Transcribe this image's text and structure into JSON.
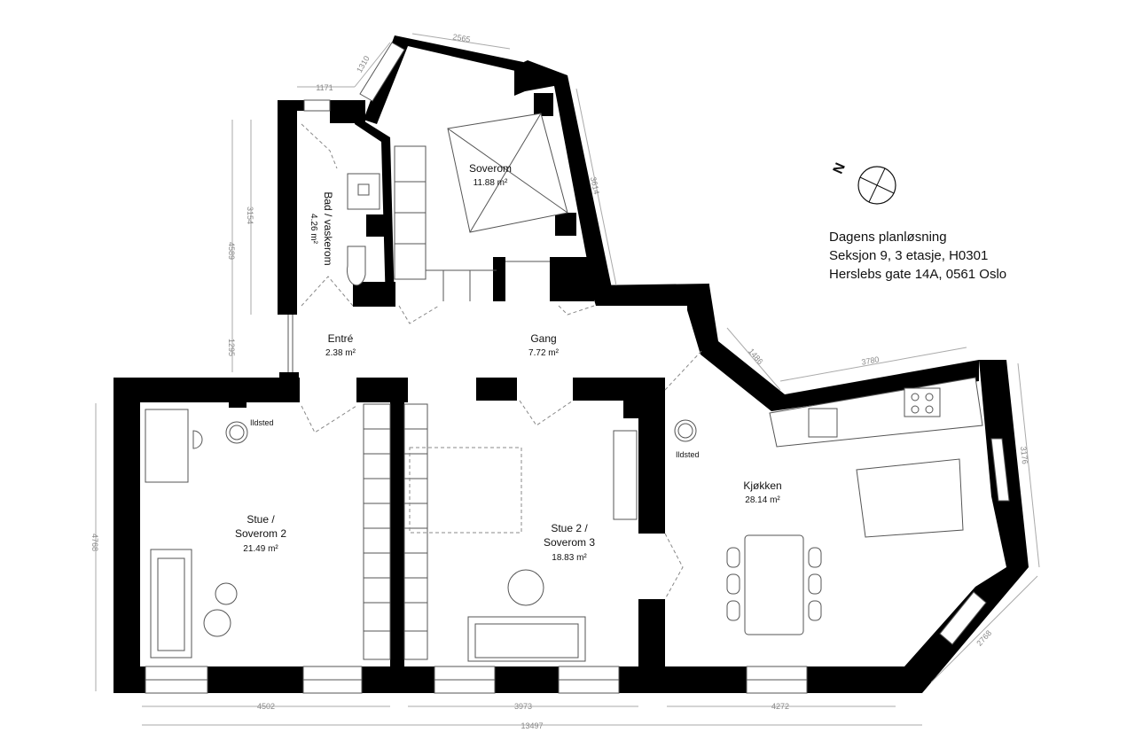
{
  "info": {
    "line1": "Dagens planløsning",
    "line2": "Seksjon 9, 3 etasje, H0301",
    "line3": "Herslebs gate 14A, 0561 Oslo"
  },
  "compass": {
    "north_label": "N"
  },
  "rooms": {
    "soverom": {
      "name": "Soverom",
      "area": "11.88 m²"
    },
    "bad": {
      "name": "Bad / vaskerom",
      "area": "4.26 m²"
    },
    "entre": {
      "name": "Entré",
      "area": "2.38 m²"
    },
    "gang": {
      "name": "Gang",
      "area": "7.72 m²"
    },
    "stue1": {
      "name1": "Stue /",
      "name2": "Soverom 2",
      "area": "21.49 m²"
    },
    "stue2": {
      "name1": "Stue 2 /",
      "name2": "Soverom 3",
      "area": "18.83 m²"
    },
    "kjokken": {
      "name": "Kjøkken",
      "area": "28.14 m²"
    }
  },
  "labels": {
    "ildsted1": "Ildsted",
    "ildsted2": "Ildsted"
  },
  "dimensions": {
    "d2565": "2565",
    "d1310": "1310",
    "d1171": "1171",
    "d3614": "3614",
    "d3154": "3154",
    "d4589": "4589",
    "d1295": "1295",
    "d4768": "4768",
    "d1486": "1486",
    "d3780": "3780",
    "d3176": "3176",
    "d2768": "2768",
    "d4502": "4502",
    "d3973": "3973",
    "d4272": "4272",
    "d13497": "13497"
  },
  "colors": {
    "wall": "#000000",
    "dimension": "#888888"
  }
}
